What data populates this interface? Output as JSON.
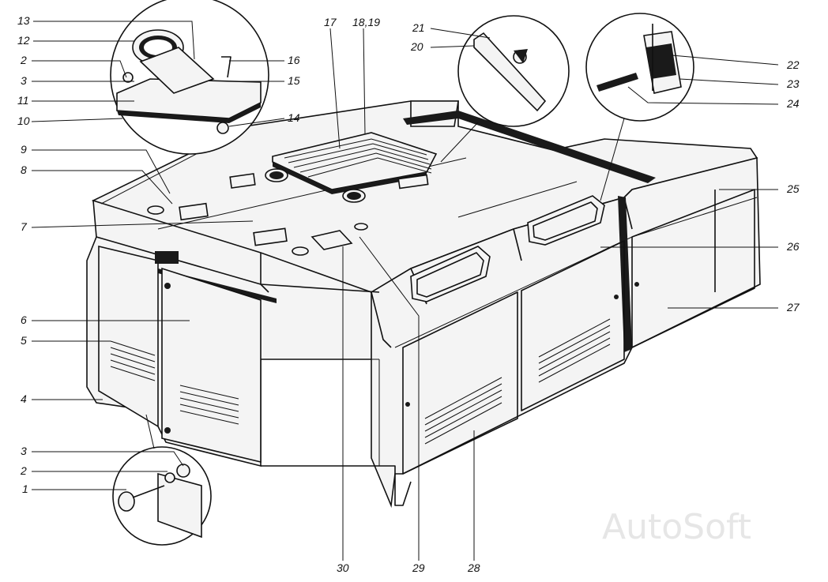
{
  "figure": {
    "title": "Engine compartment hood assembly (exploded view)",
    "watermark": "AutoSoft"
  },
  "callouts": [
    {
      "id": "c13",
      "text": "13"
    },
    {
      "id": "c12",
      "text": "12"
    },
    {
      "id": "c2a",
      "text": "2"
    },
    {
      "id": "c3a",
      "text": "3"
    },
    {
      "id": "c11",
      "text": "11"
    },
    {
      "id": "c10",
      "text": "10"
    },
    {
      "id": "c9",
      "text": "9"
    },
    {
      "id": "c8",
      "text": "8"
    },
    {
      "id": "c7",
      "text": "7"
    },
    {
      "id": "c6",
      "text": "6"
    },
    {
      "id": "c5",
      "text": "5"
    },
    {
      "id": "c4",
      "text": "4"
    },
    {
      "id": "c3b",
      "text": "3"
    },
    {
      "id": "c2b",
      "text": "2"
    },
    {
      "id": "c1",
      "text": "1"
    },
    {
      "id": "c16",
      "text": "16"
    },
    {
      "id": "c15",
      "text": "15"
    },
    {
      "id": "c14",
      "text": "14"
    },
    {
      "id": "c17",
      "text": "17"
    },
    {
      "id": "c1819",
      "text": "18,19"
    },
    {
      "id": "c21",
      "text": "21"
    },
    {
      "id": "c20",
      "text": "20"
    },
    {
      "id": "c22",
      "text": "22"
    },
    {
      "id": "c23",
      "text": "23"
    },
    {
      "id": "c24",
      "text": "24"
    },
    {
      "id": "c25",
      "text": "25"
    },
    {
      "id": "c26",
      "text": "26"
    },
    {
      "id": "c27",
      "text": "27"
    },
    {
      "id": "c30",
      "text": "30"
    },
    {
      "id": "c29",
      "text": "29"
    },
    {
      "id": "c28",
      "text": "28"
    }
  ]
}
